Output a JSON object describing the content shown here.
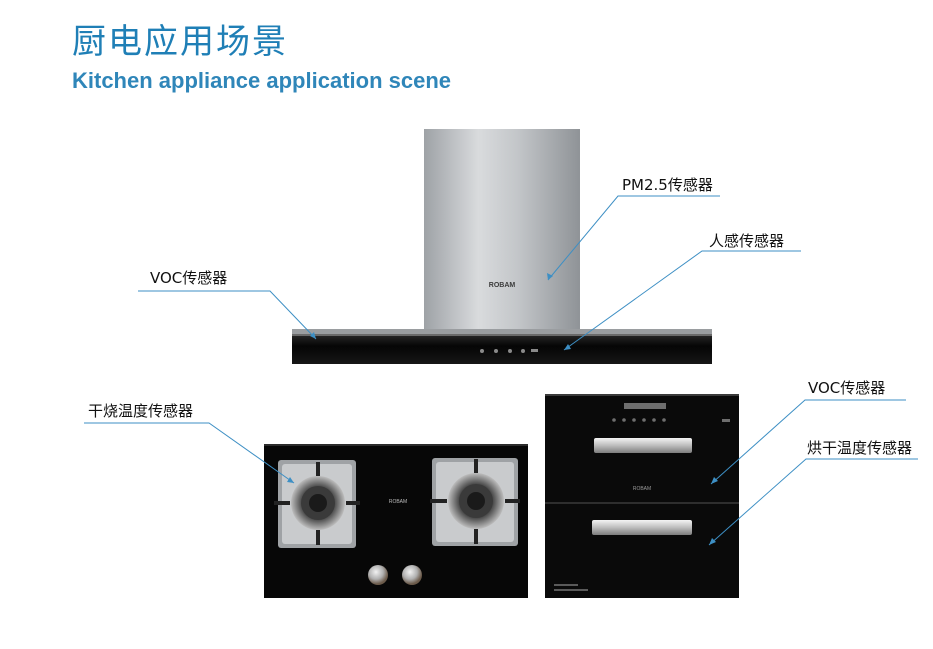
{
  "header": {
    "title_cn": "厨电应用场景",
    "title_en": "Kitchen appliance application scene"
  },
  "hood": {
    "brand": "ROBAM",
    "labels": {
      "pm25": "PM2.5传感器",
      "human": "人感传感器",
      "voc": "VOC传感器"
    }
  },
  "stove": {
    "brand": "ROBAM",
    "labels": {
      "dry_burn": "干烧温度传感器"
    }
  },
  "cabinet": {
    "brand": "ROBAM",
    "labels": {
      "voc": "VOC传感器",
      "dry_temp": "烘干温度传感器"
    }
  },
  "colors": {
    "title": "#1f7fb6",
    "leader_line": "#3d8fc4",
    "appliance_black": "#0b0b0b",
    "steel": "#b9bcbf"
  }
}
